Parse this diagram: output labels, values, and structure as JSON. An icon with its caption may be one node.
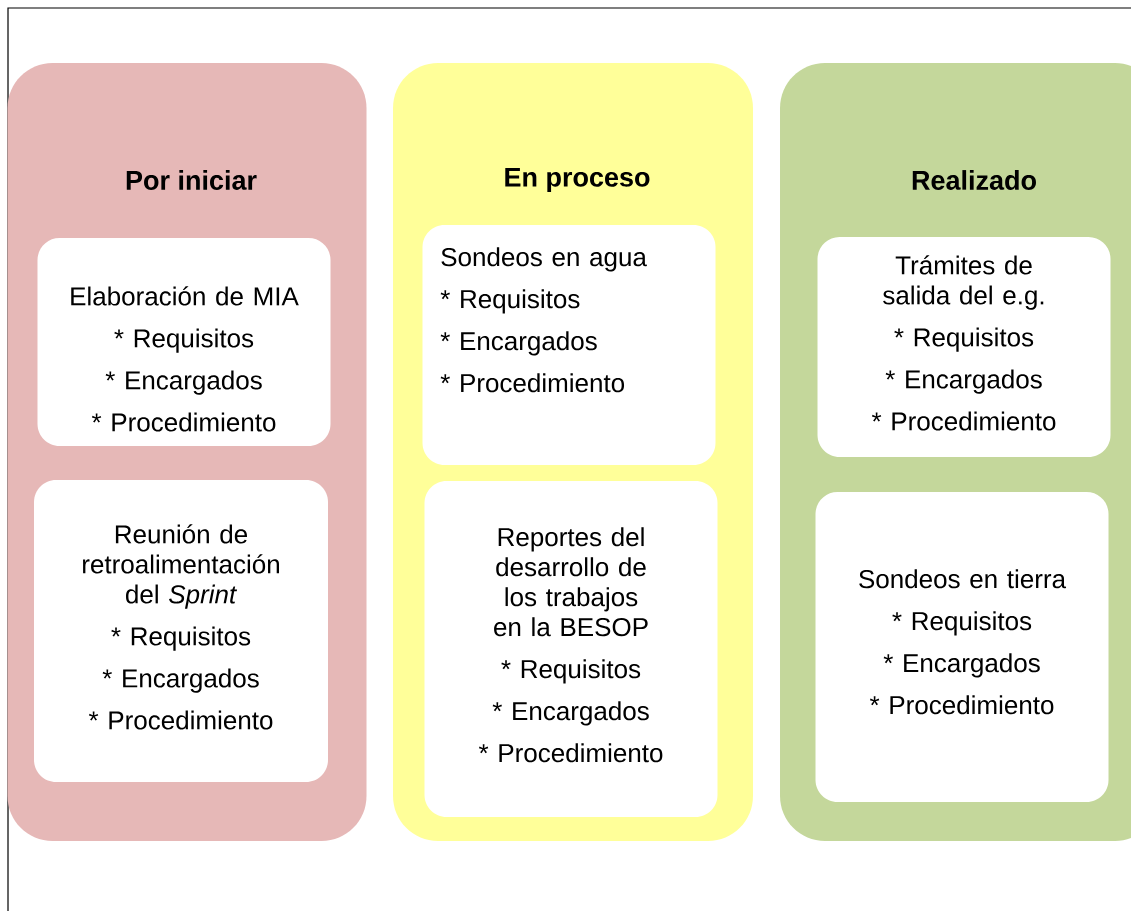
{
  "diagram": {
    "nodes": [
      {
        "text": [
          "Por iniciar"
        ]
      },
      {
        "text": [
          "Elaboración de MIA",
          "* Requisitos",
          "* Encargados",
          "* Procedimiento"
        ],
        "in": 0
      },
      {
        "text": [
          "Reunión de retroalimentación del *Sprint*",
          "* Requisitos",
          "* Encargados",
          "* Procedimiento"
        ],
        "in": 0
      },
      {
        "text": [
          "En proceso"
        ]
      },
      {
        "text": [
          "Sondeos en agua",
          "* Requisitos",
          "* Encargados",
          "* Procedimiento"
        ],
        "in": 3
      },
      {
        "text": [
          "Reportes del desarrollo de los trabajos en la BESOP",
          "* Requisitos",
          "* Encargados",
          "* Procedimiento"
        ],
        "in": 3
      },
      {
        "text": [
          "Realizado"
        ]
      },
      {
        "text": [
          "Trámites de salida del e.g.",
          "* Requisitos",
          "* Encargados",
          "* Procedimiento"
        ],
        "in": 6
      },
      {
        "text": [
          "Sondeos en tierra",
          "* Requisitos",
          "* Encargados",
          "* Procedimiento"
        ],
        "in": 6
      }
    ]
  }
}
